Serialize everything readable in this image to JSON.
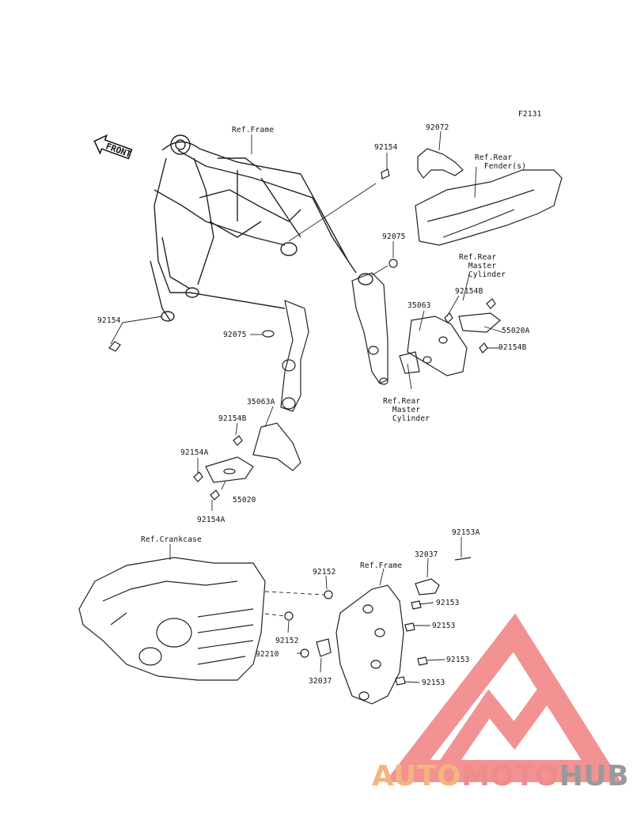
{
  "figure_code": "F2131",
  "front_arrow_text": "FRONT",
  "labels": {
    "ref_frame_top": "Ref.Frame",
    "p92072": "92072",
    "ref_rear_fender": "Ref.Rear\n  Fender(s)",
    "p92154_top": "92154",
    "p92075_right": "92075",
    "ref_rear_master_cyl_upper": "Ref.Rear\n  Master\n  Cylinder",
    "p92154B_upper": "92154B",
    "p35063": "35063",
    "p55020A": "55020A",
    "p92154B_right": "92154B",
    "p92154_left": "92154",
    "p92075_left": "92075",
    "ref_rear_master_cyl_lower": "Ref.Rear\n  Master\n  Cylinder",
    "p35063A": "35063A",
    "p92154B_lower": "92154B",
    "p92154A_upper": "92154A",
    "p55020": "55020",
    "p92154A_lower": "92154A",
    "ref_crankcase": "Ref.Crankcase",
    "p92153A": "92153A",
    "p32037_top": "32037",
    "ref_frame_bottom": "Ref.Frame",
    "p92152_top": "92152",
    "p92153_1": "92153",
    "p92153_2": "92153",
    "p92152_bottom": "92152",
    "p92210": "92210",
    "p92153_3": "92153",
    "p32037_bottom": "32037",
    "p92153_4": "92153"
  },
  "watermark": {
    "part1": "AUTO",
    "part2": "MOTO",
    "part3": "HUB",
    "colors": {
      "part1": "#f4b47e",
      "part2": "#f08b8b",
      "part3": "#9a9a9a",
      "logo": "#f07f7f"
    }
  }
}
